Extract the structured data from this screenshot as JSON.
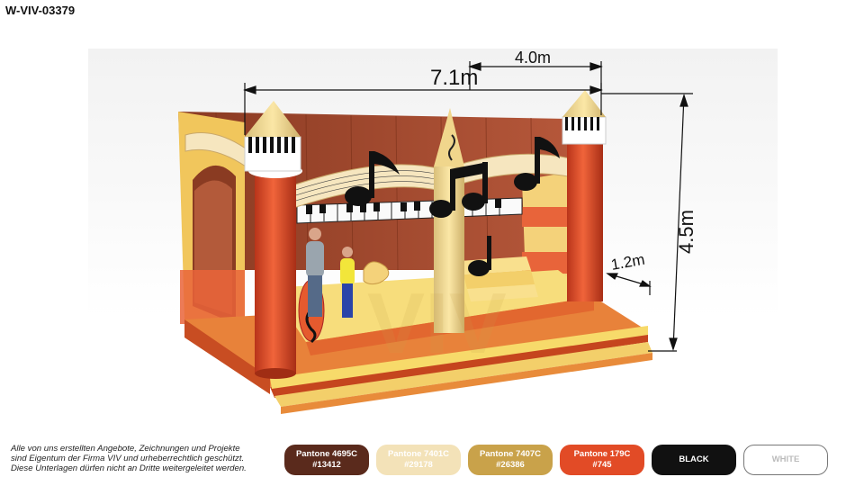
{
  "product_code": "W-VIV-03379",
  "dimensions": {
    "length": "7.1m",
    "width": "4.0m",
    "height": "4.5m",
    "front_step": "1.2m"
  },
  "disclaimer": {
    "line1": "Alle von uns erstellten Angebote, Zeichnungen und  Projekte",
    "line2": "sind Eigentum der Firma VIV und urheberrechtlich geschützt.",
    "line3": "Diese Unterlagen dürfen nicht an Dritte weitergeleitet werden."
  },
  "swatches": [
    {
      "name": "Pantone 4695C",
      "code": "#13412",
      "color": "#5a2a1c"
    },
    {
      "name": "Pantone 7401C",
      "code": "#29178",
      "color": "#f3e2b8"
    },
    {
      "name": "Pantone 7407C",
      "code": "#26386",
      "color": "#c9a24a"
    },
    {
      "name": "Pantone 179C",
      "code": "#745",
      "color": "#e24b26"
    },
    {
      "name": "BLACK",
      "color": "#111111"
    },
    {
      "name": "WHITE",
      "color": "#ffffff"
    }
  ],
  "watermark": "VIV"
}
